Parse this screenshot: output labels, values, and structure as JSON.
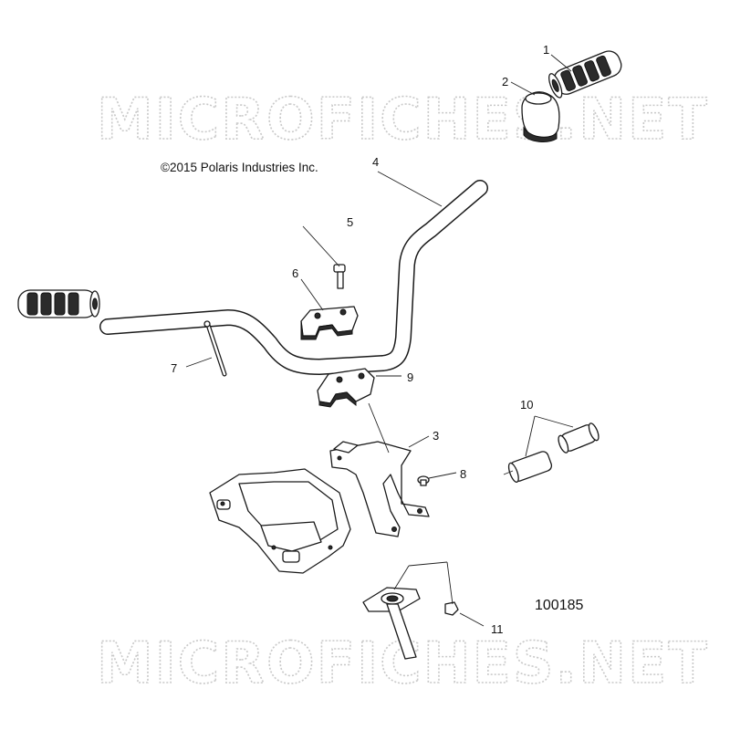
{
  "watermark": {
    "top": "MICROFICHES.NET",
    "bottom": "MICROFICHES.NET"
  },
  "copyright": "©2015 Polaris Industries Inc.",
  "drawing_number": "100185",
  "callouts": {
    "c1": "1",
    "c2": "2",
    "c3": "3",
    "c4": "4",
    "c5": "5",
    "c6": "6",
    "c7": "7",
    "c8": "8",
    "c9": "9",
    "c10": "10",
    "c11": "11"
  }
}
